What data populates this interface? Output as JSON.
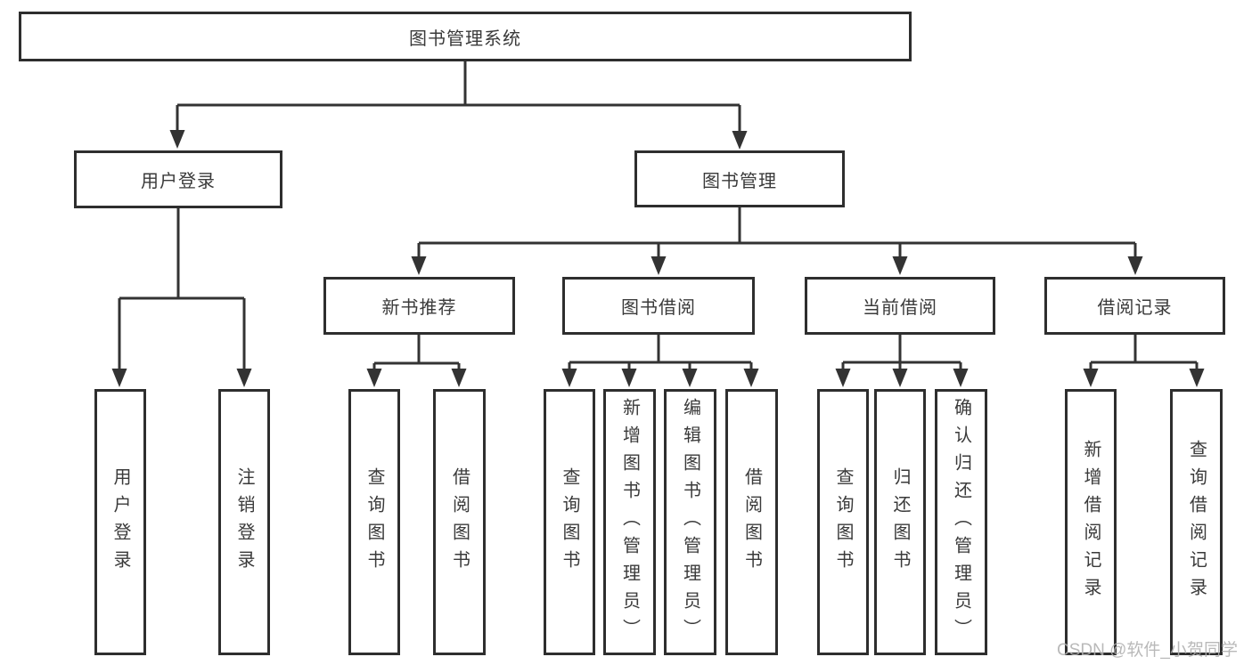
{
  "tree": {
    "root": {
      "label": "图书管理系统"
    },
    "login_branch": {
      "label": "用户登录",
      "children": [
        {
          "label": "用户登录"
        },
        {
          "label": "注销登录"
        }
      ]
    },
    "mgmt_branch": {
      "label": "图书管理",
      "sections": [
        {
          "label": "新书推荐",
          "children": [
            {
              "label": "查询图书"
            },
            {
              "label": "借阅图书"
            }
          ]
        },
        {
          "label": "图书借阅",
          "children": [
            {
              "label": "查询图书"
            },
            {
              "label": "新增图书（管理员）"
            },
            {
              "label": "编辑图书（管理员）"
            },
            {
              "label": "借阅图书"
            }
          ]
        },
        {
          "label": "当前借阅",
          "children": [
            {
              "label": "查询图书"
            },
            {
              "label": "归还图书"
            },
            {
              "label": "确认归还（管理员）"
            }
          ]
        },
        {
          "label": "借阅记录",
          "children": [
            {
              "label": "新增借阅记录"
            },
            {
              "label": "查询借阅记录"
            }
          ]
        }
      ]
    }
  },
  "watermark": {
    "text": "CSDN @软件_小贺同学"
  },
  "colors": {
    "line": "#333333",
    "box_border": "#2e2e2e",
    "text": "#3a3a3a",
    "watermark": "#b0b0b0",
    "background": "#ffffff"
  }
}
